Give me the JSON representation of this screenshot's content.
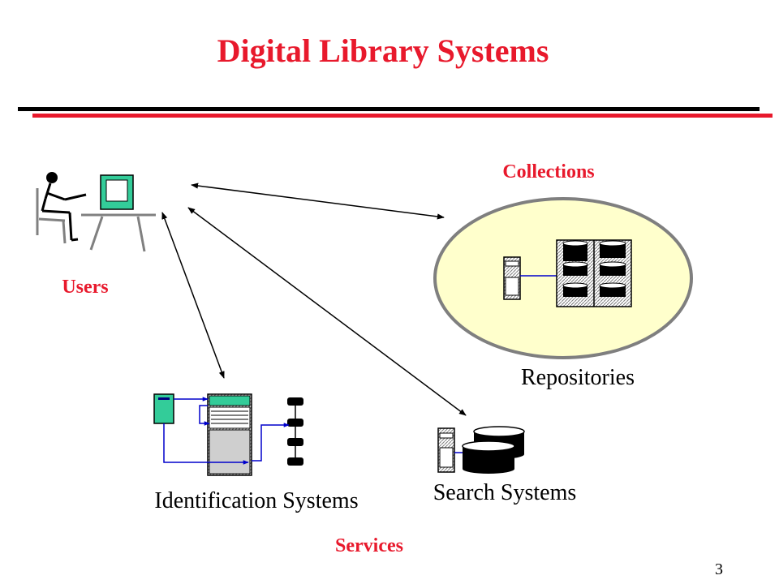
{
  "slide": {
    "title": "Digital Library Systems",
    "page_number": "3"
  },
  "labels": {
    "users": "Users",
    "collections": "Collections",
    "repositories": "Repositories",
    "identification_systems": "Identification Systems",
    "search_systems": "Search Systems",
    "services": "Services"
  },
  "colors": {
    "title_red": "#e8192c",
    "rule_black": "#000000",
    "rule_red": "#e8192c",
    "collection_fill": "#ffffcc",
    "collection_stroke": "#808080",
    "monitor_teal": "#33cc99",
    "connector_blue": "#0000cc"
  },
  "icons": [
    "user-at-computer-icon",
    "server-icon",
    "database-stack-icon",
    "document-index-icon"
  ]
}
